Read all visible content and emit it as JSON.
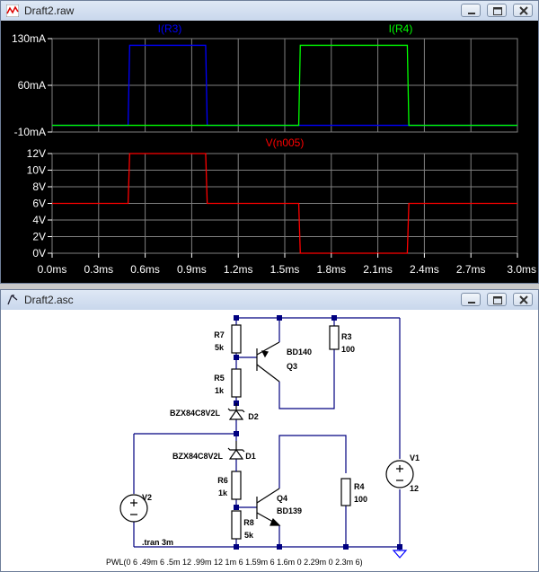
{
  "plot_window": {
    "title": "Draft2.raw",
    "icon": "waveform-icon",
    "controls": [
      "minimize-icon",
      "maximize-icon",
      "close-icon"
    ]
  },
  "schematic_window": {
    "title": "Draft2.asc",
    "icon": "schematic-icon",
    "controls": [
      "minimize-icon",
      "maximize-icon",
      "close-icon"
    ]
  },
  "colors": {
    "plot_background": "#000000",
    "grid": "#808080",
    "axis_text": "#ffffff",
    "trace_r3": "#0000ff",
    "trace_r4": "#00ff00",
    "trace_n005": "#ff0000",
    "schematic_background": "#ffffff",
    "wire": "#000080",
    "ground": "#0000ff"
  },
  "chart_data": [
    {
      "type": "line",
      "title": "",
      "xlabel": "",
      "ylabel": "",
      "ylim": [
        -10,
        130
      ],
      "xlim": [
        0,
        3
      ],
      "y_ticks": [
        "130mA",
        "60mA",
        "-10mA"
      ],
      "series": [
        {
          "name": "I(R3)",
          "x": [
            0,
            0.49,
            0.5,
            0.99,
            1.0,
            3.0
          ],
          "y": [
            0,
            0,
            120,
            120,
            0,
            0
          ]
        },
        {
          "name": "I(R4)",
          "x": [
            0,
            1.59,
            1.6,
            2.29,
            2.3,
            3.0
          ],
          "y": [
            0,
            0,
            120,
            120,
            0,
            0
          ]
        }
      ],
      "grid": true
    },
    {
      "type": "line",
      "title": "",
      "xlabel": "",
      "ylabel": "",
      "ylim": [
        0,
        12
      ],
      "xlim": [
        0,
        3
      ],
      "y_ticks": [
        "12V",
        "10V",
        "8V",
        "6V",
        "4V",
        "2V",
        "0V"
      ],
      "x_ticks": [
        "0.0ms",
        "0.3ms",
        "0.6ms",
        "0.9ms",
        "1.2ms",
        "1.5ms",
        "1.8ms",
        "2.1ms",
        "2.4ms",
        "2.7ms",
        "3.0ms"
      ],
      "series": [
        {
          "name": "V(n005)",
          "x": [
            0,
            0.49,
            0.5,
            0.99,
            1.0,
            1.59,
            1.6,
            2.29,
            2.3,
            3.0
          ],
          "y": [
            6,
            6,
            12,
            12,
            6,
            6,
            0,
            0,
            6,
            6
          ]
        }
      ],
      "grid": true
    }
  ],
  "schematic": {
    "components": {
      "R7": {
        "ref": "R7",
        "value": "5k"
      },
      "R5": {
        "ref": "R5",
        "value": "1k"
      },
      "D2": {
        "ref": "D2",
        "value": "BZX84C8V2L"
      },
      "D1": {
        "ref": "D1",
        "value": "BZX84C8V2L"
      },
      "R6": {
        "ref": "R6",
        "value": "1k"
      },
      "R8": {
        "ref": "R8",
        "value": "5k"
      },
      "Q3": {
        "ref": "Q3",
        "value": "BD140"
      },
      "Q4": {
        "ref": "Q4",
        "value": "BD139"
      },
      "R3": {
        "ref": "R3",
        "value": "100"
      },
      "R4": {
        "ref": "R4",
        "value": "100"
      },
      "V1": {
        "ref": "V1",
        "value": "12"
      },
      "V2": {
        "ref": "V2",
        "value": "PWL(0 6 .49m 6 .5m 12 .99m 12 1m 6 1.59m 6 1.6m 0 2.29m 0 2.3m 6)"
      }
    },
    "directive": ".tran 3m"
  }
}
